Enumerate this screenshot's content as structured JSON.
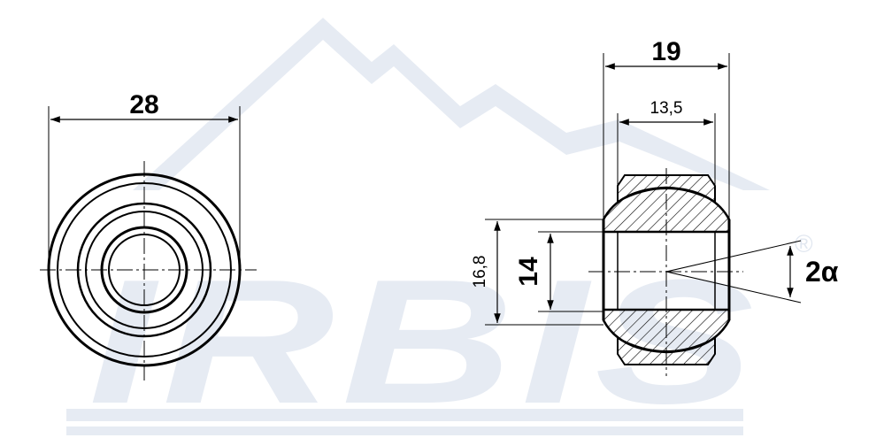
{
  "brand": {
    "watermark_text": "IRBIS",
    "registered_mark": "®",
    "watermark_color": "#e6ebf3"
  },
  "dimensions": {
    "outer_diameter_label": "28",
    "width_label": "19",
    "inner_ring_width_label": "13,5",
    "ball_diameter_label": "16,8",
    "bore_diameter_label": "14",
    "angle_label": "2α"
  },
  "colors": {
    "line": "#000000",
    "background": "#ffffff",
    "watermark": "#e6ebf3"
  }
}
